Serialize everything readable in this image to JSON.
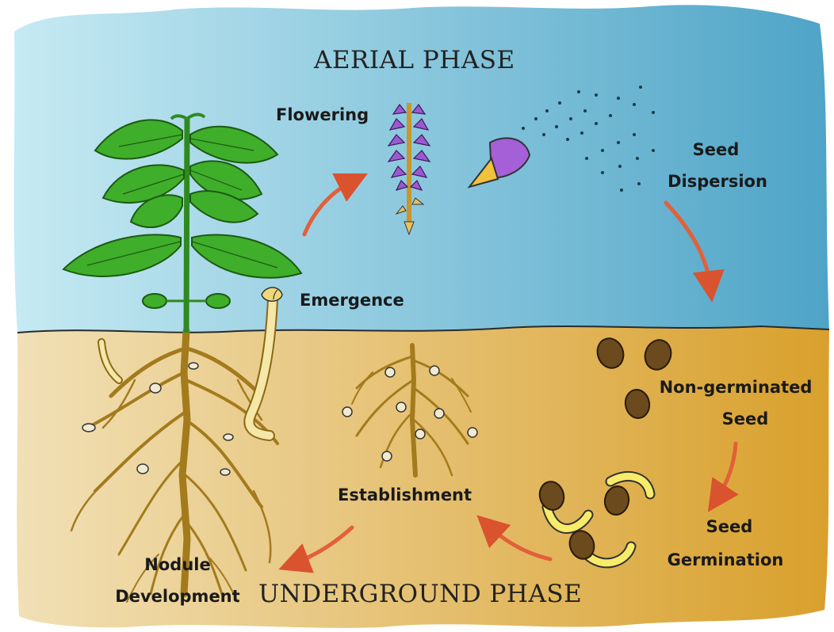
{
  "phases": {
    "aerial": "AERIAL PHASE",
    "underground": "UNDERGROUND PHASE"
  },
  "stages": {
    "flowering": "Flowering",
    "seed_dispersion_line1": "Seed",
    "seed_dispersion_line2": "Dispersion",
    "emergence": "Emergence",
    "non_germinated_line1": "Non-germinated",
    "non_germinated_line2": "Seed",
    "seed_germination_line1": "Seed",
    "seed_germination_line2": "Germination",
    "establishment": "Establishment",
    "nodule_line1": "Nodule",
    "nodule_line2": "Development"
  },
  "colors": {
    "sky_light": "#bfe7f2",
    "sky_dark": "#4aa3c6",
    "soil_light": "#f0ddb0",
    "soil_dark": "#d9a233",
    "leaf": "#3fae2a",
    "root": "#a27a1a",
    "arrow": "#e2603a",
    "flower": "#9b59d0",
    "seed": "#6b4a1e"
  },
  "icons": [
    "plant-icon",
    "flower-spike-icon",
    "seed-pod-icon",
    "seed-icon",
    "root-system-icon",
    "sprout-icon",
    "cycle-arrow-icon"
  ]
}
